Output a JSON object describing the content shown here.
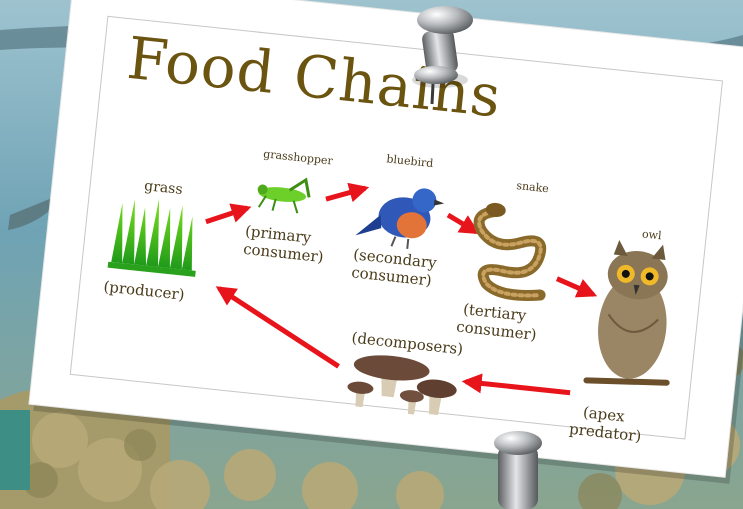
{
  "title": "Food Chains",
  "organisms": {
    "grass": {
      "name": "grass",
      "role": "(producer)"
    },
    "grasshopper": {
      "name": "grasshopper",
      "role_line1": "(primary",
      "role_line2": "consumer)"
    },
    "bluebird": {
      "name": "bluebird",
      "role_line1": "(secondary",
      "role_line2": "consumer)"
    },
    "snake": {
      "name": "snake",
      "role_line1": "(tertiary",
      "role_line2": "consumer)"
    },
    "owl": {
      "name": "owl",
      "role_line1": "(apex",
      "role_line2": "predator)"
    },
    "decomposers": {
      "name": "(decomposers)"
    }
  },
  "colors": {
    "title": "#6b5410",
    "label": "#4a3b1a",
    "arrow": "#e8141b",
    "card": "#ffffff",
    "water": "#6fa3b5"
  }
}
